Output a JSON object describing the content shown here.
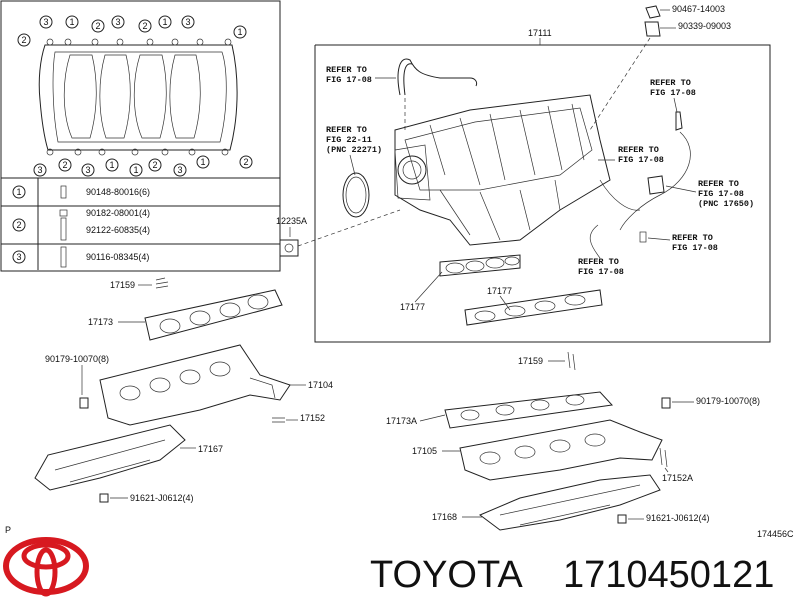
{
  "brand": {
    "name": "TOYOTA",
    "logo_icon": "toyota-logo-icon",
    "color": "#d71920"
  },
  "part_number": "1710450121",
  "figure_code": "174456C",
  "page_marker": "P",
  "legend": [
    {
      "num": "1",
      "parts": [
        "90148-80016(6)"
      ]
    },
    {
      "num": "2",
      "parts": [
        "90182-08001(4)",
        "92122-60835(4)"
      ]
    },
    {
      "num": "3",
      "parts": [
        "90116-08345(4)"
      ]
    }
  ],
  "gasket_callouts": [
    "3",
    "1",
    "2",
    "3",
    "2",
    "1",
    "3",
    "1",
    "2",
    "3",
    "2",
    "3",
    "1",
    "1",
    "2",
    "3",
    "1",
    "2"
  ],
  "parts": {
    "p17111": "17111",
    "p90467": "90467-14003",
    "p90339": "90339-09003",
    "p12235A": "12235A",
    "p17177a": "17177",
    "p17177b": "17177",
    "p17159a": "17159",
    "p17173": "17173",
    "p90179a": "90179-10070(8)",
    "p17104": "17104",
    "p17152": "17152",
    "p17167": "17167",
    "p91621a": "91621-J0612(4)",
    "p17159b": "17159",
    "p17173A": "17173A",
    "p90179b": "90179-10070(8)",
    "p17105": "17105",
    "p17152A": "17152A",
    "p17168": "17168",
    "p91621b": "91621-J0612(4)"
  },
  "refs": {
    "r1": [
      "REFER TO",
      "FIG 17-08"
    ],
    "r2": [
      "REFER TO",
      "FIG 22-11",
      "(PNC 22271)"
    ],
    "r3": [
      "REFER TO",
      "FIG 17-08"
    ],
    "r4": [
      "REFER TO",
      "FIG 17-08"
    ],
    "r5": [
      "REFER TO",
      "FIG 17-08",
      "(PNC 17650)"
    ],
    "r6": [
      "REFER TO",
      "FIG 17-08"
    ],
    "r7": [
      "REFER TO",
      "FIG 17-08"
    ]
  }
}
